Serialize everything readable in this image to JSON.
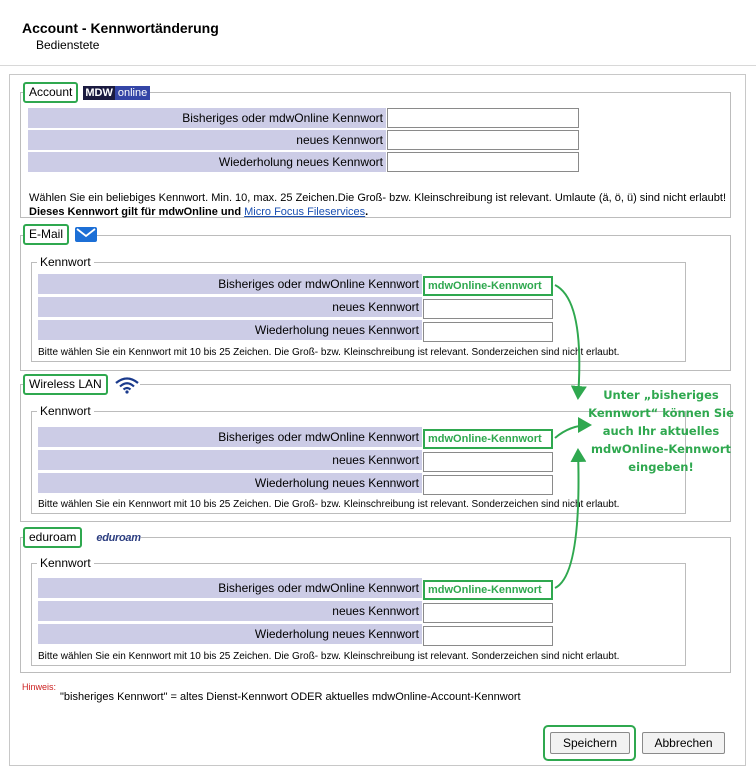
{
  "header": {
    "title": "Account - Kennwortänderung",
    "subtitle": "Bedienstete"
  },
  "account": {
    "legend": "Account",
    "logo_a": "MDW",
    "logo_b": "online",
    "rows": [
      "Bisheriges oder mdwOnline Kennwort",
      "neues Kennwort",
      "Wiederholung neues Kennwort"
    ],
    "note1": "Wählen Sie ein beliebiges Kennwort. Min. 10, max. 25 Zeichen.Die Groß- bzw. Kleinschreibung ist relevant. Umlaute (ä, ö, ü) sind nicht erlaubt!",
    "note2_bold": "Dieses Kennwort gilt für mdwOnline und",
    "note2_link": "Micro Focus Fileservices",
    "note2_end": "."
  },
  "email": {
    "legend": "E-Mail",
    "sub": "Kennwort"
  },
  "wlan": {
    "legend": "Wireless LAN",
    "sub": "Kennwort"
  },
  "eduroam": {
    "legend": "eduroam",
    "logo": "eduroam",
    "sub": "Kennwort"
  },
  "service_rows": [
    "Bisheriges oder mdwOnline Kennwort",
    "neues Kennwort",
    "Wiederholung neues Kennwort"
  ],
  "service_prefill": "mdwOnline-Kennwort",
  "service_note": "Bitte wählen Sie ein Kennwort mit 10 bis 25 Zeichen. Die Groß- bzw. Kleinschreibung ist relevant. Sonderzeichen sind nicht erlaubt.",
  "callout": "Unter „bisheriges Kennwort“ können Sie auch Ihr aktuelles mdwOnline-Kennwort eingeben!",
  "hint": {
    "title": "Hinweis:",
    "text": "\"bisheriges Kennwort\" = altes Dienst-Kennwort ODER aktuelles mdwOnline-Account-Kennwort"
  },
  "buttons": {
    "save": "Speichern",
    "cancel": "Abbrechen"
  },
  "colors": {
    "accent": "#2fa84f",
    "label_bg": "#cccce6",
    "link": "#1a4fb0"
  },
  "icons": [
    "mail-icon",
    "wifi-icon"
  ]
}
